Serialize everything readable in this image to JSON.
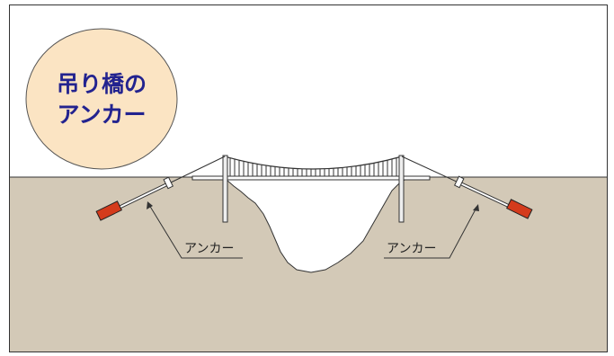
{
  "title": {
    "line1": "吊り橋の",
    "line2": "アンカー"
  },
  "labels": {
    "anchor_left": "アンカー",
    "anchor_right": "アンカー"
  },
  "colors": {
    "background": "#ffffff",
    "ground": "#d3c9b7",
    "ground_outline": "#333333",
    "title_bubble_fill": "#fbe4c3",
    "title_text": "#23238f",
    "anchor_block": "#d43b1c",
    "structure_line": "#333333",
    "tower": "#eeeeee"
  }
}
